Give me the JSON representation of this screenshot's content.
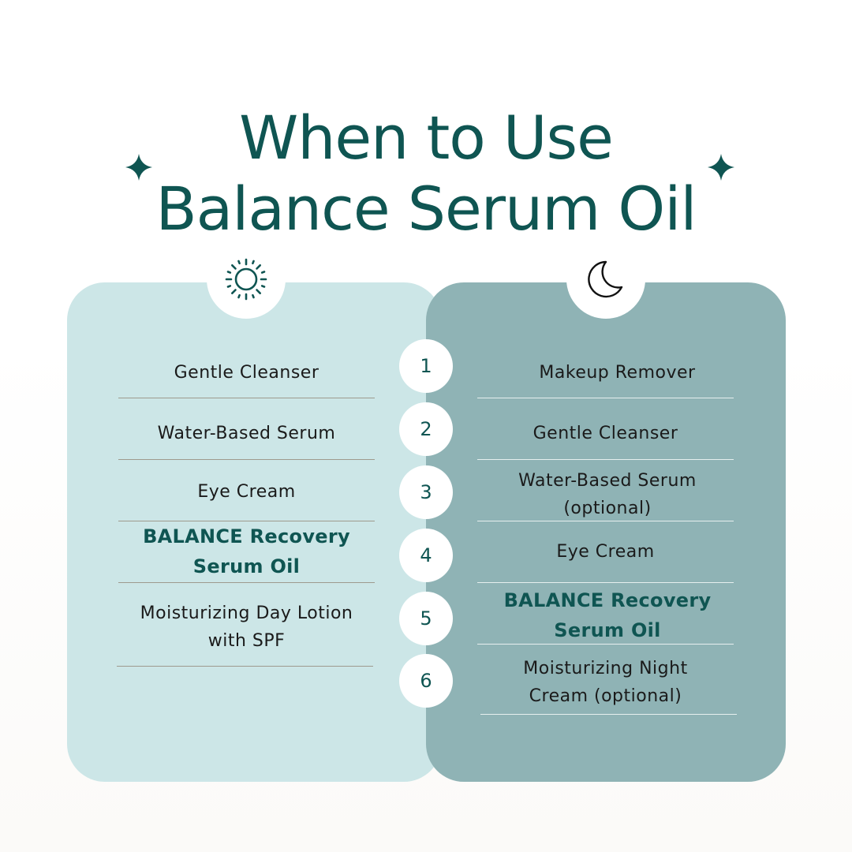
{
  "title": {
    "line1": "When to Use",
    "line2": "Balance Serum Oil"
  },
  "colors": {
    "primary": "#0f5552",
    "day_panel": "#cce6e7",
    "night_panel": "#8fb3b5"
  },
  "icons": {
    "day": "sun-icon",
    "night": "moon-icon",
    "decor": "sparkle-icon"
  },
  "steps": [
    "1",
    "2",
    "3",
    "4",
    "5",
    "6"
  ],
  "morning": {
    "items": [
      {
        "lines": [
          "Gentle Cleanser"
        ]
      },
      {
        "lines": [
          "Water-Based Serum"
        ]
      },
      {
        "lines": [
          "Eye Cream"
        ]
      },
      {
        "lines": [
          "BALANCE Recovery",
          "Serum Oil"
        ],
        "highlight": true
      },
      {
        "lines": [
          "Moisturizing Day Lotion",
          "with SPF"
        ]
      }
    ]
  },
  "evening": {
    "items": [
      {
        "lines": [
          "Makeup Remover"
        ]
      },
      {
        "lines": [
          "Gentle Cleanser"
        ]
      },
      {
        "lines": [
          "Water-Based Serum",
          "(optional)"
        ]
      },
      {
        "lines": [
          "Eye Cream"
        ]
      },
      {
        "lines": [
          "BALANCE Recovery",
          "Serum Oil"
        ],
        "highlight": true
      },
      {
        "lines": [
          "Moisturizing Night",
          "Cream (optional)"
        ]
      }
    ]
  }
}
